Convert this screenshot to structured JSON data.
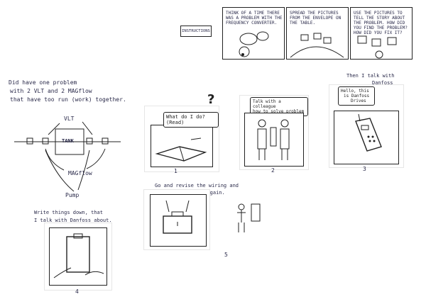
{
  "instructions_tab": "INSTRUCTIONS",
  "instruction_panels": [
    "THINK OF A TIME THERE WAS A PROBLEM WITH THE FREQUENCY CONVERTER.",
    "SPREAD THE PICTURES FROM THE ENVELOPE ON THE TABLE.",
    "USE THE PICTURES TO TELL THE STORY ABOUT THE PROBLEM. HOW DID YOU FIND THE PROBLEM? HOW DID YOU FIX IT?"
  ],
  "notes": {
    "problem_line1": "Did have one problem",
    "problem_line2": "with 2 VLT and 2 MAGflow",
    "problem_line3": "that have too run (work) together.",
    "talk_danfoss_line1": "Then I talk with",
    "talk_danfoss_line2": "Danfoss",
    "write_down_line1": "Write things down, that",
    "write_down_line2": "I talk with Danfoss about.",
    "revise_line1": "Go and revise the wiring and",
    "revise_line2": "program the VLT again."
  },
  "diagram": {
    "vlt_label": "VLT",
    "tank_label": "TANK",
    "magflow_label": "MAGflow",
    "pump_label": "Pump"
  },
  "question_mark": "?",
  "speech_bubbles": {
    "read": "What do I do? (Read)",
    "colleague_line1": "Talk with a colleague",
    "colleague_line2": "how to solve problem",
    "phone_line1": "Hello, this",
    "phone_line2": "is Danfoss",
    "phone_line3": "Drives"
  },
  "step_numbers": [
    "1",
    "2",
    "3",
    "4",
    "5"
  ]
}
